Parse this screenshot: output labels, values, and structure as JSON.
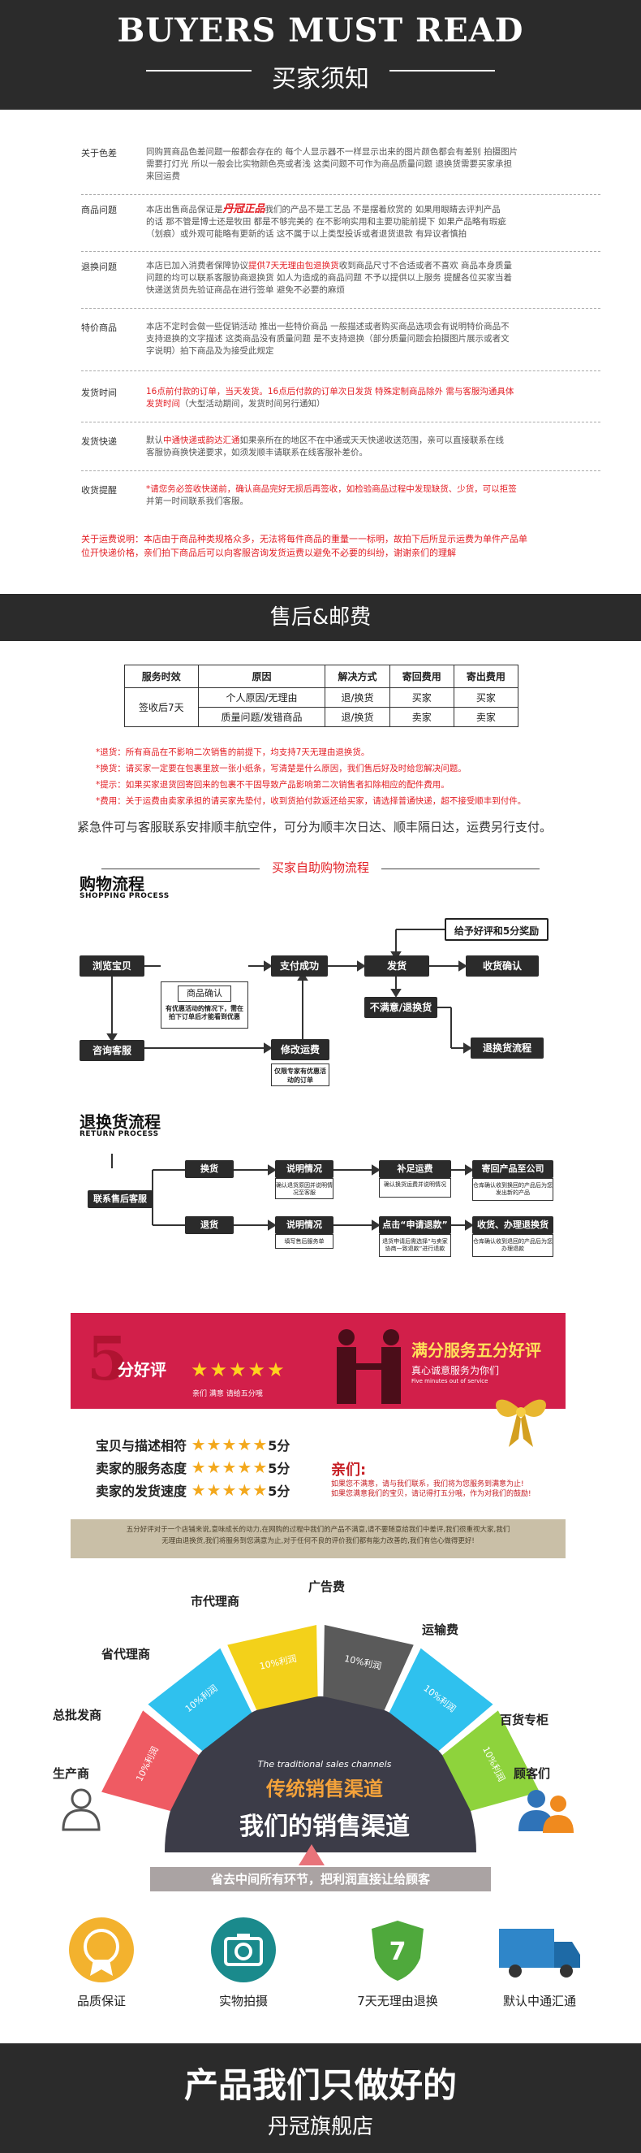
{
  "header": {
    "title_en": "BUYERS MUST READ",
    "title_cn": "买家须知"
  },
  "notices": [
    {
      "label": "关于色差",
      "lines": [
        "同购買商品色差问题一般都会存在的 每个人显示器不一样显示出来的图片颜色都会有差别 拍摄图片",
        "需要打灯光 所以一般会比实物颜色亮或者浅 这类问题不可作为商品质量问题 退换货需要买家承担",
        "来回运费"
      ]
    },
    {
      "label": "商品问题",
      "brand": "丹冠正品",
      "lines_a": "本店出售商品保证是",
      "lines_b": "我们的产品不是工艺品 不是摆着欣赏的 如果用眼睛去评判产品",
      "lines": [
        "的话 那不管是博士还是牧田 都是不够完美的  在不影响实用和主要功能前提下 如果产品略有瑕疵",
        "（划痕）或外观可能略有更新的话 这不属于以上类型投诉或者退货退款 有异议者慎拍"
      ]
    },
    {
      "label": "退换问题",
      "lines_a": "本店已加入消费者保障协议",
      "red": "提供7天无理由包退换货",
      "lines_b": "收到商品尺寸不合适或者不喜欢 商品本身质量",
      "lines": [
        "问题的均可以联系客服协商退换货 如人为造成的商品问题 不予以提供以上服务 提醒各位买家当着",
        "快递送货员先验证商品在进行签单 避免不必要的麻烦"
      ]
    },
    {
      "label": "特价商品",
      "lines": [
        "本店不定时会做一些促销活动 推出一些特价商品 一般描述或者购买商品选项会有说明特价商品不",
        "支持退换的文字描述 这类商品没有质量问题 是不支持退换（部分质量问题会拍摄图片展示或者文",
        "字说明）拍下商品及为接受此规定"
      ]
    },
    {
      "label": "发货时间",
      "red_lines": [
        "16点前付款的订单，当天发货。16点后付款的订单次日发货 特殊定制商品除外 需与客服沟通具体",
        "发货时间"
      ],
      "tail": "（大型活动期间，发货时间另行通知）"
    },
    {
      "label": "发货快递",
      "lines_a": "默认",
      "red": "中通快递或韵达汇通",
      "lines_b": "如果亲所在的地区不在中通或天天快递收送范围，亲可以直接联系在线",
      "lines": [
        "客服协商换快递要求，如须发顺丰请联系在线客服补差价。"
      ]
    },
    {
      "label": "收货提醒",
      "red_lines": [
        "*请您务必签收快递前，确认商品完好无损后再签收，如检验商品过程中发现缺货、少货，可以拒签"
      ],
      "lines": [
        "并第一时间联系我们客服。"
      ]
    }
  ],
  "shipping_note": {
    "text1": "关于运费说明：本店由于商品种类规格众多，无法将每件商品的重量一一标明，故拍下后所显示运费为单件产品单",
    "text2": "位开快递价格，亲们拍下商品后可以向客服咨询发货运费以避免不必要的纠纷，谢谢亲们的理解"
  },
  "section_after_sales": {
    "title": "售后&邮费"
  },
  "service_table": {
    "headers": [
      "服务时效",
      "原因",
      "解决方式",
      "寄回费用",
      "寄出费用"
    ],
    "row_label": "签收后7天",
    "rows": [
      [
        "个人原因/无理由",
        "退/换货",
        "买家",
        "买家"
      ],
      [
        "质量问题/发错商品",
        "退/换货",
        "卖家",
        "卖家"
      ]
    ]
  },
  "rules": [
    "*退货：所有商品在不影响二次销售的前提下，均支持7天无理由退换货。",
    "*换货：请买家一定要在包裹里放一张小纸条，写清楚是什么原因，我们售后好及时给您解决问题。",
    "*提示：如果买家退货回寄回来的包裹不干固导致产品影响第二次销售者扣除相应的配件费用。",
    "*费用：关于运费由卖家承担的请买家先垫付，收到货拍付款返还给买家，请选择普通快递，超不接受顺丰到付件。"
  ],
  "express_note": "紧急件可与客服联系安排顺丰航空件，可分为顺丰次日达、顺丰隔日达，运费另行支付。",
  "flow_header": "买家自助购物流程",
  "shopping": {
    "title": "购物流程",
    "subtitle": "SHOPPING PROCESS",
    "browse": "浏览宝贝",
    "confirm": "商品确认",
    "confirm_note": "有优惠活动的情况下，需在拍下订单后才能看到优惠",
    "pay": "支付成功",
    "ship": "发货",
    "receive": "收货确认",
    "reward": "给予好评和5分奖励",
    "consult": "咨询客服",
    "modify": "修改运费",
    "modify_note": "仅限专家有优惠活动的订单",
    "unhappy": "不满意/退换货",
    "return_flow": "退换货流程"
  },
  "return_proc": {
    "title": "退换货流程",
    "subtitle": "RETURN PROCESS",
    "contact": "联系售后客服",
    "exchange": "换货",
    "return": "退货",
    "explain1": "说明情况",
    "explain1_note": "确认退货原因并说明情况至客服",
    "explain2": "说明情况",
    "explain2_note": "填写售后服务单",
    "freight": "补足运费",
    "freight_note": "确认换货运费并说明情况",
    "click": "点击“申请退款”",
    "click_note": "退货申请后需选择“与卖家协商一致退款”进行退款",
    "send": "寄回产品至公司",
    "send_note": "仓库确认收到换回的产品后为您发出新的产品",
    "receive": "收货、办理退换货",
    "receive_note": "仓库确认收到退回的产品后为您办理退款"
  },
  "banner": {
    "five": "5",
    "fenhao": "分好评",
    "pledge": "亲们 满意 请给五分哦",
    "title": "满分服务五分好评",
    "subtitle": "真心诚意服务为你们",
    "sub_en": "Five minutes out of service"
  },
  "ratings": [
    {
      "label": "宝贝与描述相符",
      "score": "5分"
    },
    {
      "label": "卖家的服务态度",
      "score": "5分"
    },
    {
      "label": "卖家的发货速度",
      "score": "5分"
    }
  ],
  "dear": {
    "title": "亲们:",
    "line1": "如果您不满意，请与我们联系，我们将为您服务到满意为止!",
    "line2": "如果您满意我们的宝贝，请记得打五分哦，作为对我们的鼓励!"
  },
  "note_bar": {
    "line1": "五分好评对于一个店铺来说,意味成长的动力,在网购的过程中我们的产品不满意,请不要随意给我们中差评,我们很重视大家,我们",
    "line2": "无理由退换货,我们将服务到您满意为止,对于任何不良的评价我们都有能力改善的,我们有信心做得更好!"
  },
  "fan": {
    "segments": [
      "10%利润",
      "10%利润",
      "10%利润",
      "10%利润",
      "10%利润",
      "10%利润"
    ],
    "labels": [
      "总批发商",
      "省代理商",
      "市代理商",
      "广告费",
      "运输费",
      "百货专柜"
    ],
    "producer": "生产商",
    "customer": "顾客们",
    "en_text": "The traditional sales channels",
    "cn_traditional": "传统销售渠道",
    "cn_ours": "我们的销售渠道",
    "saving": "省去中间所有环节，把利润直接让给顾客",
    "colors": [
      "#ef5b63",
      "#2fc1ee",
      "#f3d11a",
      "#5a5a5a",
      "#2fc1ee",
      "#8ed33c"
    ]
  },
  "features": [
    {
      "icon": "medal-icon",
      "label": "品质保证"
    },
    {
      "icon": "camera-icon",
      "label": "实物拍摄"
    },
    {
      "icon": "shield-icon",
      "label": "7天无理由退换"
    },
    {
      "icon": "truck-icon",
      "label": "默认中通汇通"
    }
  ],
  "footer": {
    "slogan": "产品我们只做好的",
    "store": "丹冠旗舰店"
  }
}
